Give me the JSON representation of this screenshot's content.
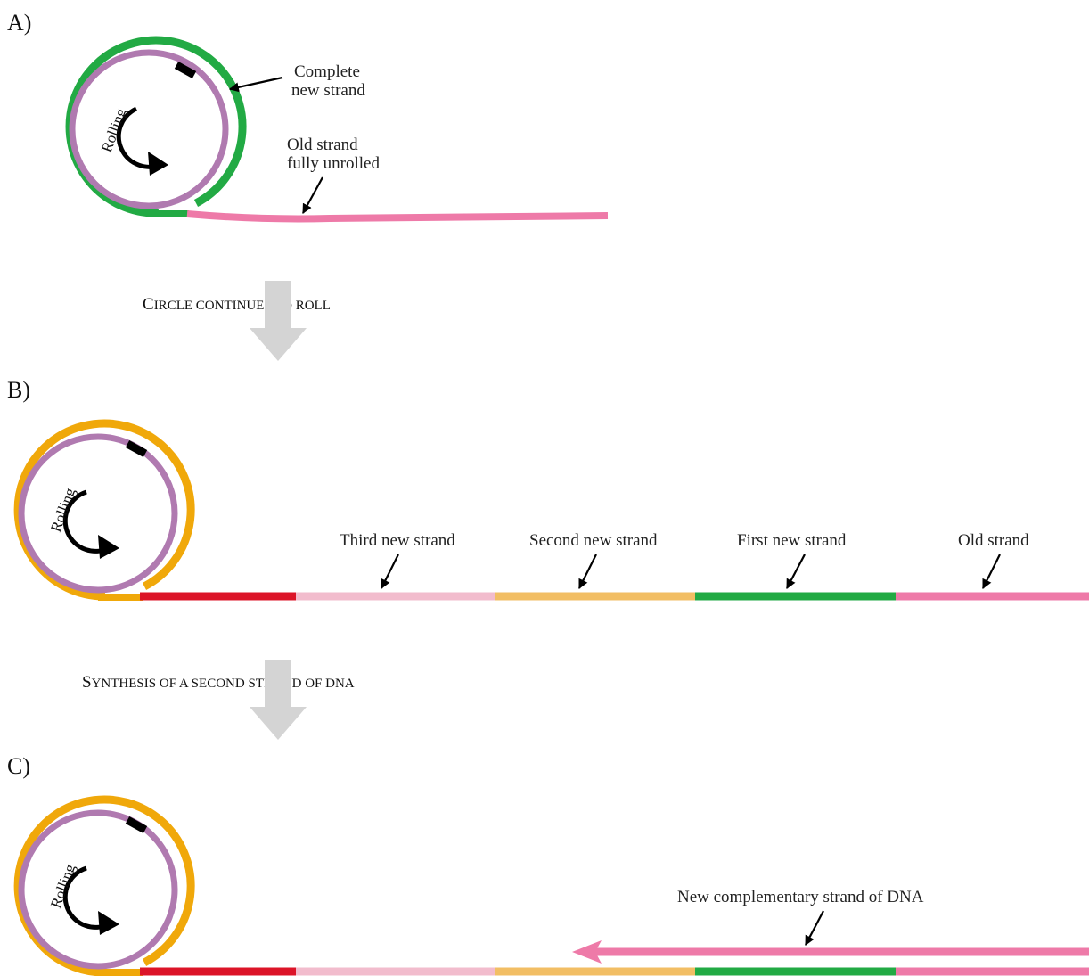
{
  "panels": {
    "a": {
      "label": "A)"
    },
    "b": {
      "label": "B)"
    },
    "c": {
      "label": "C)"
    }
  },
  "rolling_text": "Rolling",
  "steps": {
    "roll": {
      "first": "C",
      "rest": "IRCLE CONTINUES TO ROLL"
    },
    "synth": {
      "first": "S",
      "rest": "YNTHESIS OF A SECOND STRAND OF DNA"
    }
  },
  "panel_a": {
    "complete_new_strand": [
      "Complete",
      "new strand"
    ],
    "old_strand_unrolled": [
      "Old strand",
      "fully unrolled"
    ]
  },
  "panel_b": {
    "third_new_strand": "Third new strand",
    "second_new_strand": "Second new strand",
    "first_new_strand": "First new strand",
    "old_strand": "Old strand"
  },
  "panel_c": {
    "new_complementary_strand": "New complementary strand of DNA"
  },
  "colors": {
    "circle_purple": "#b07ab0",
    "green_strand": "#22aa44",
    "orange_strand": "#f0a80a",
    "pink_old": "#ee7aa8",
    "red_segment": "#dc1428",
    "light_pink_segment": "#f2bccd",
    "light_orange_segment": "#f2be64",
    "gray_arrow": "#d4d4d4",
    "origin_marker": "#000000"
  }
}
